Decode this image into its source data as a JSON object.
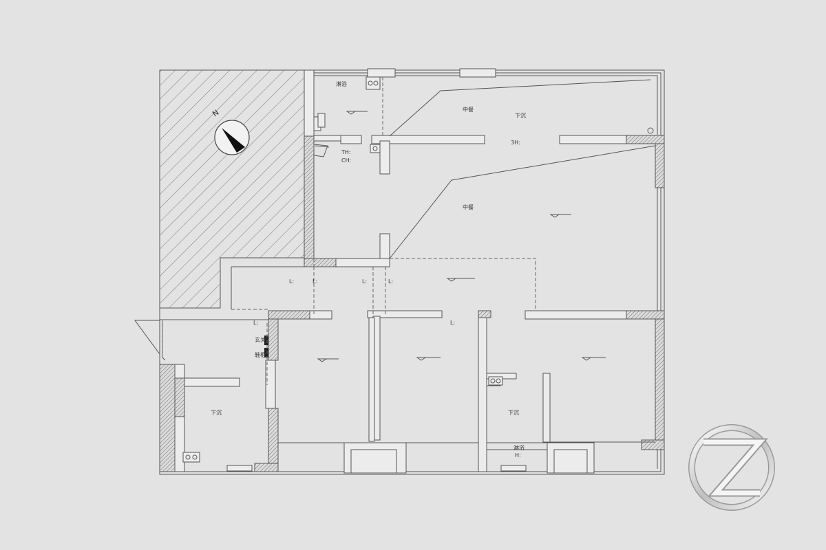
{
  "compass": {
    "north_label": "N"
  },
  "labels": {
    "kitchen_top": "中餐",
    "dining_top": "下沉",
    "dining_code": "3H:",
    "living_area": "中餐",
    "utility_top": "淋浴",
    "toilet_code_1": "TH:",
    "toilet_code_2": "CH:",
    "corridor_l1": "L:",
    "corridor_l2": "L:",
    "corridor_l3": "L:",
    "corridor_l4": "L:",
    "room_l": "L:",
    "entry_l": "L:",
    "cabinet_1": "玄关",
    "cabinet_2": "鞋柜",
    "bedroom_left": "下沉",
    "bath_right": "下沉",
    "bath_right_basin": "淋浴",
    "bath_right_code": "H:"
  },
  "brand": {
    "logo_letter": "Z"
  }
}
